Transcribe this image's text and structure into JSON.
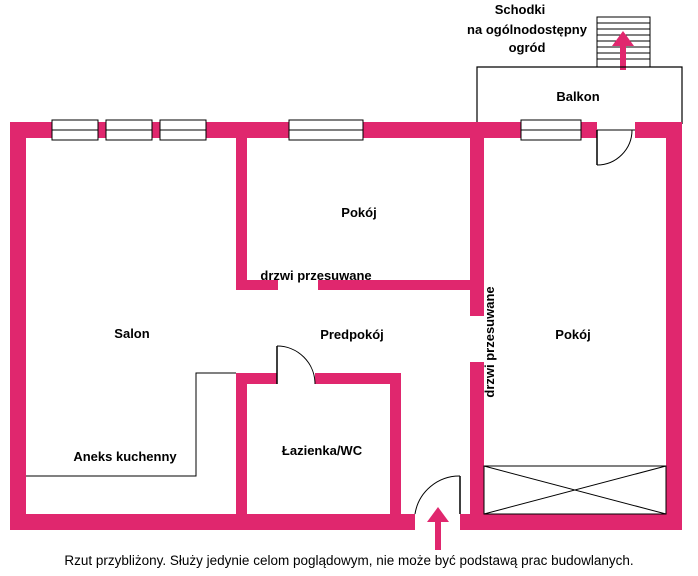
{
  "colors": {
    "wall": "#e0276e",
    "line": "#000000",
    "background": "#ffffff"
  },
  "labels": {
    "stairs": [
      "Schodki",
      "na ogólnodostępny",
      "ogród"
    ],
    "balcony": "Balkon",
    "room_top": "Pokój",
    "sliding_door_h": "drzwi przesuwane",
    "sliding_door_v": "drzwi przesuwane",
    "salon": "Salon",
    "hall": "Predpokój",
    "room_right": "Pokój",
    "kitchen": "Aneks kuchenny",
    "bathroom": "Łazienka/WC"
  },
  "caption": "Rzut przybliżony. Służy jedynie celom poglądowym, nie może być podstawą prac budowlanych."
}
